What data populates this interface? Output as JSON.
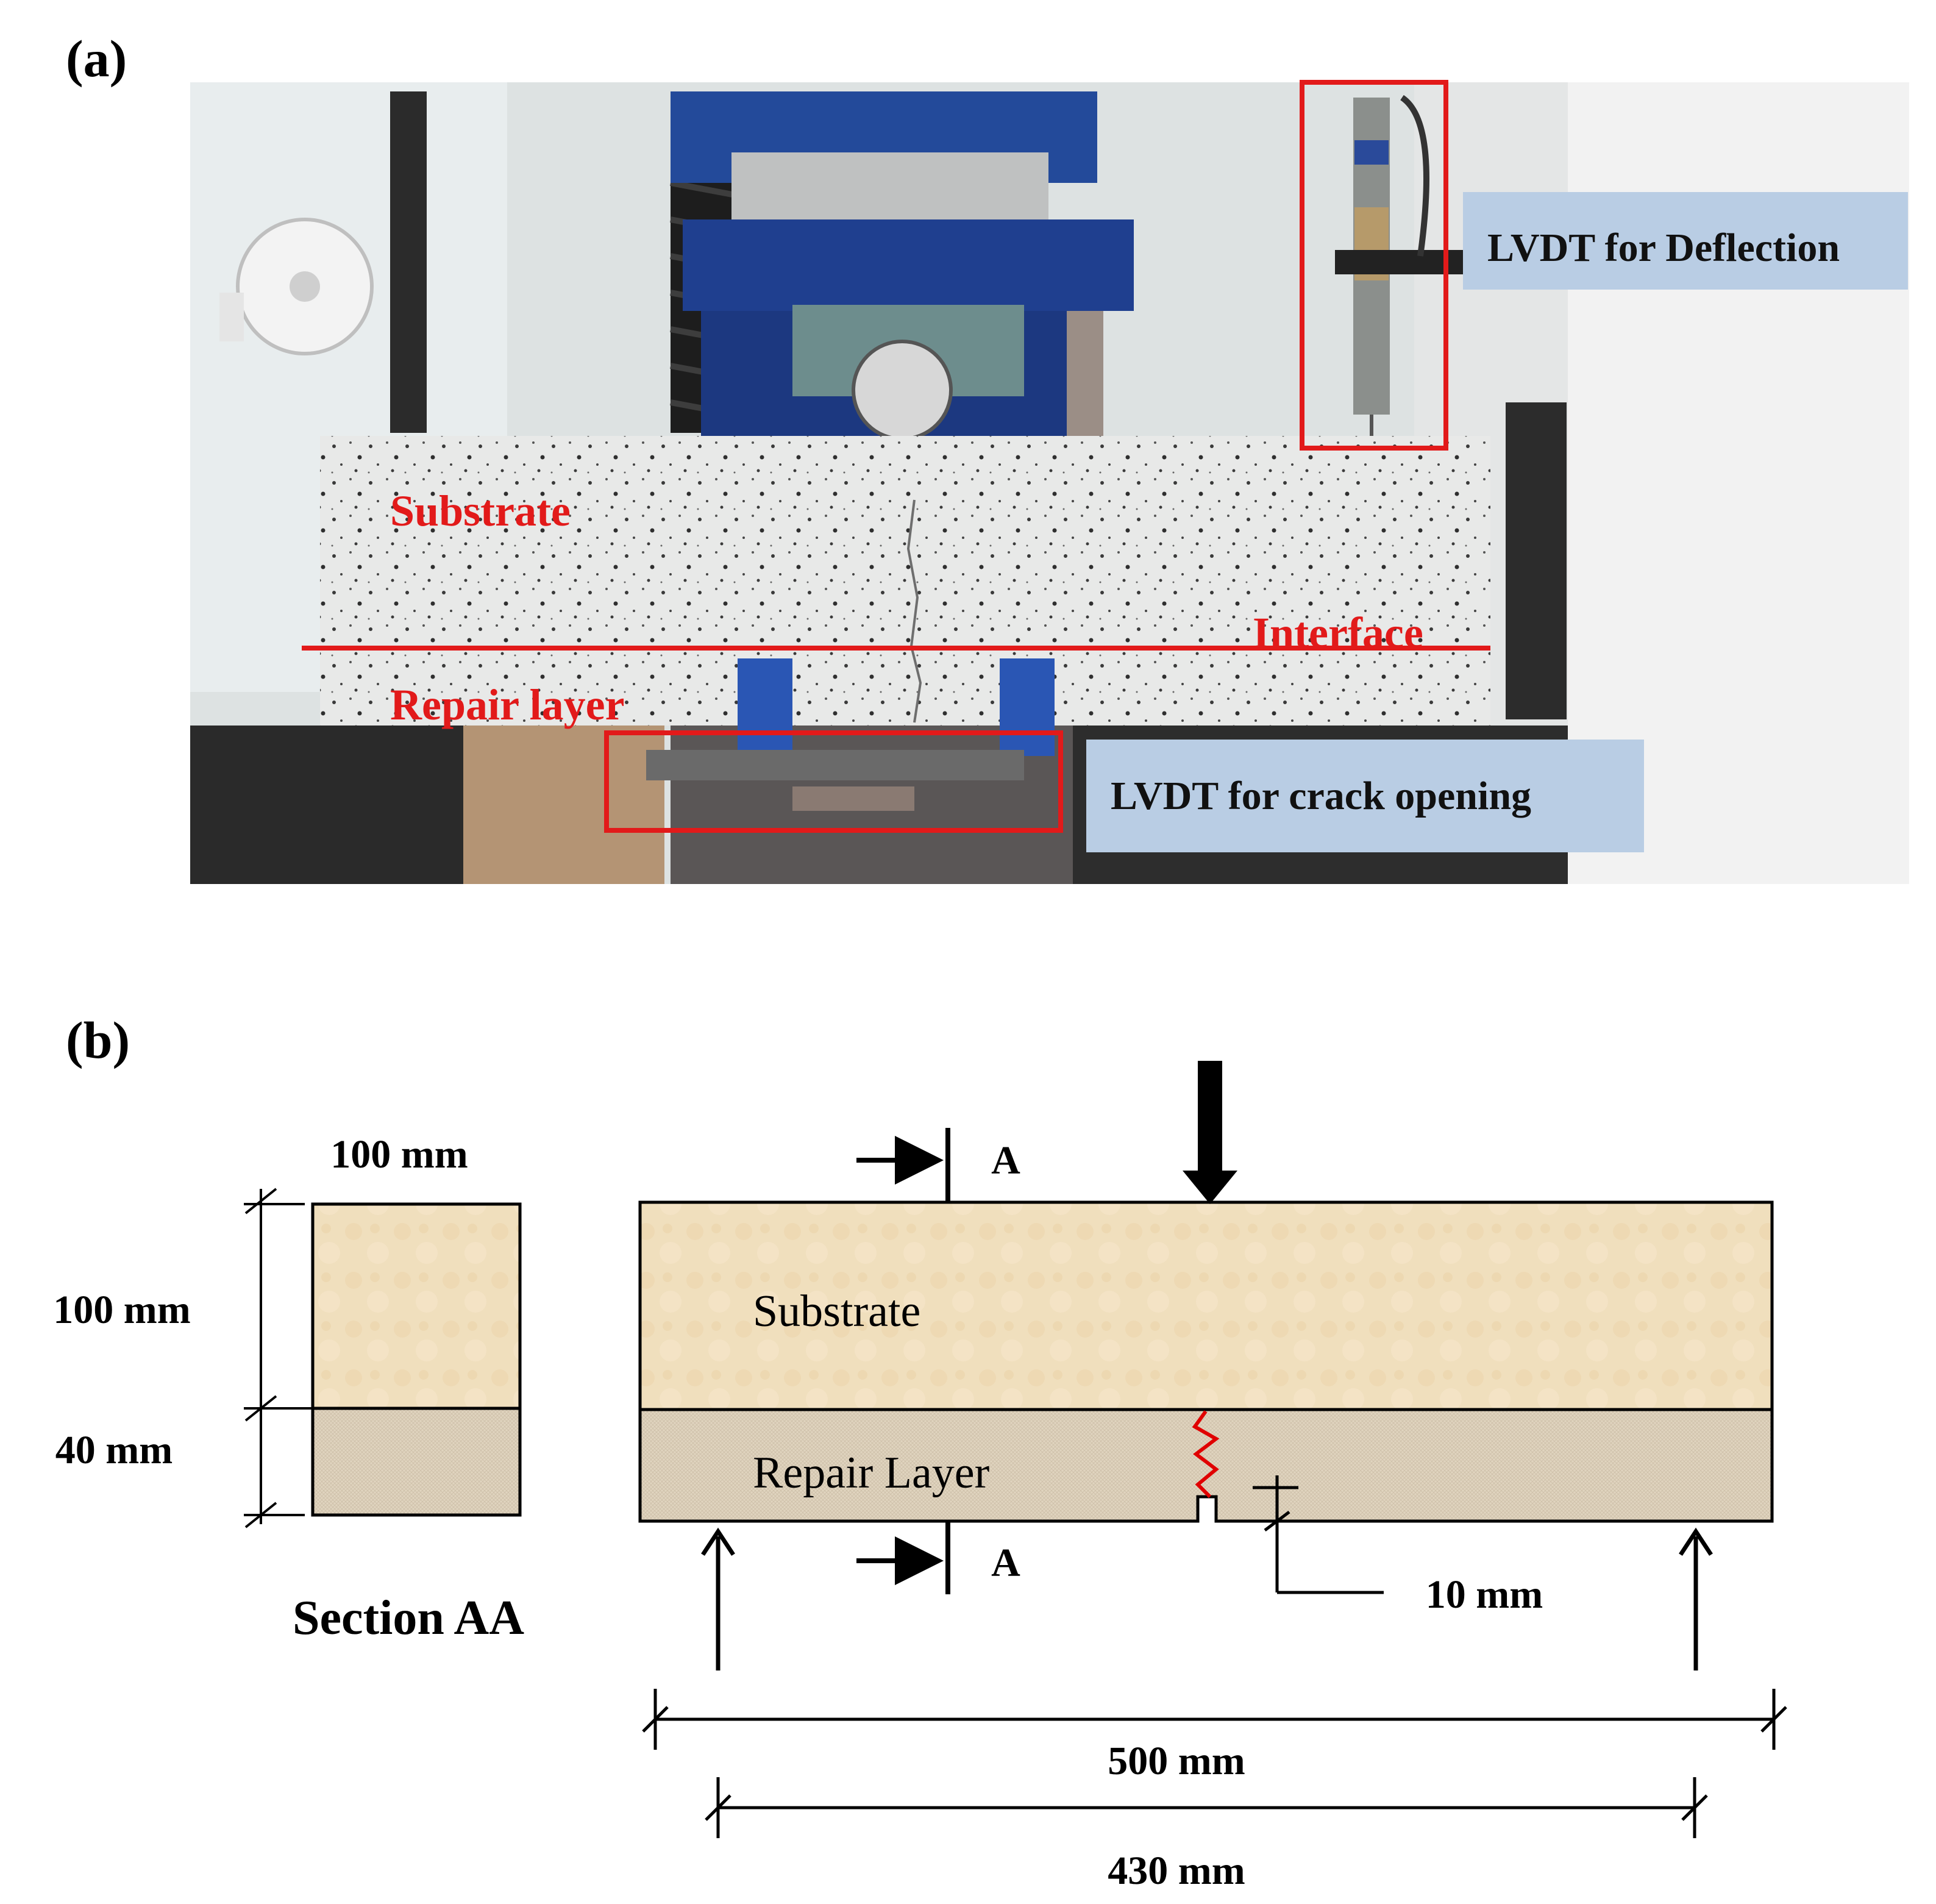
{
  "panel_a": {
    "label": "(a)",
    "callouts": {
      "deflection": "LVDT for Deflection",
      "crack": "LVDT for crack opening"
    },
    "photo_labels": {
      "substrate": "Substrate",
      "interface": "Interface",
      "repair": "Repair layer"
    },
    "colors": {
      "annotation_red": "#e21a1a",
      "callout_bg": "#b9cde4",
      "machine_blue": "#1f3f8f",
      "concrete": "#e9eae9"
    }
  },
  "panel_b": {
    "label": "(b)",
    "section_title": "Section AA",
    "section_width": "100 mm",
    "section_height_substrate": "100 mm",
    "section_height_repair": "40 mm",
    "cut_marker": "A",
    "beam_substrate": "Substrate",
    "beam_repair": "Repair Layer",
    "notch_depth": "10 mm",
    "total_length": "500 mm",
    "span": "430 mm",
    "colors": {
      "substrate_fill": "#f1e1c0",
      "repair_fill": "#e2d7c4",
      "crack": "#e00000"
    }
  }
}
